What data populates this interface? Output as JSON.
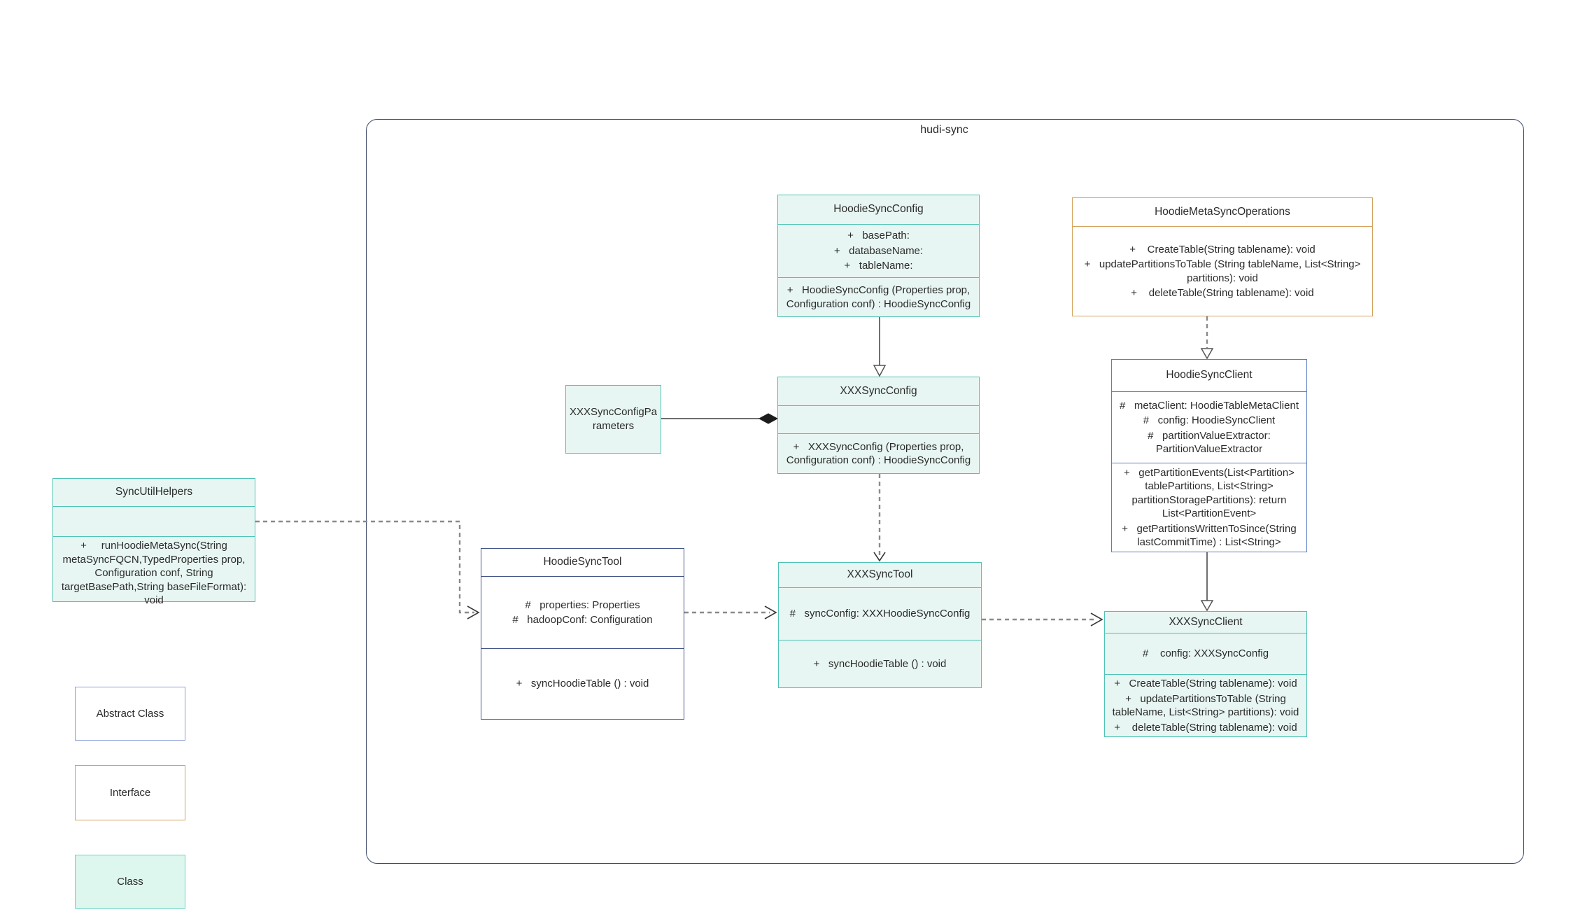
{
  "frame": {
    "label": "hudi-sync"
  },
  "classes": {
    "hoodie_sync_config": {
      "title": "HoodieSyncConfig",
      "attributes": [
        "+   basePath:",
        "+   databaseName:",
        "+   tableName:"
      ],
      "methods": [
        "+   HoodieSyncConfig (Properties prop, Configuration conf) : HoodieSyncConfig"
      ]
    },
    "hoodie_meta_sync_operations": {
      "title": "HoodieMetaSyncOperations",
      "methods": [
        "+    CreateTable(String tablename): void",
        "+   updatePartitionsToTable (String tableName, List<String> partitions): void",
        "+    deleteTable(String tablename): void"
      ]
    },
    "xxx_sync_config_parameters": {
      "title": "XXXSyncConfigParameters"
    },
    "xxx_sync_config": {
      "title": "XXXSyncConfig",
      "methods": [
        "+   XXXSyncConfig (Properties prop, Configuration conf) : HoodieSyncConfig"
      ]
    },
    "sync_util_helpers": {
      "title": "SyncUtilHelpers",
      "methods": [
        "+     runHoodieMetaSync(String metaSyncFQCN,TypedProperties prop, Configuration conf, String targetBasePath,String baseFileFormat): void"
      ]
    },
    "hoodie_sync_tool": {
      "title": "HoodieSyncTool",
      "attributes": [
        "#   properties: Properties",
        "#   hadoopConf: Configuration"
      ],
      "methods": [
        "+   syncHoodieTable () : void"
      ]
    },
    "xxx_sync_tool": {
      "title": "XXXSyncTool",
      "attributes": [
        "#   syncConfig: XXXHoodieSyncConfig"
      ],
      "methods": [
        "+   syncHoodieTable () : void"
      ]
    },
    "hoodie_sync_client": {
      "title": "HoodieSyncClient",
      "attributes": [
        "#   metaClient: HoodieTableMetaClient",
        "#   config: HoodieSyncClient",
        "#   partitionValueExtractor: PartitionValueExtractor"
      ],
      "methods": [
        "+   getPartitionEvents(List<Partition> tablePartitions, List<String> partitionStoragePartitions): return List<PartitionEvent>",
        "+   getPartitionsWrittenToSince(String lastCommitTime) : List<String>"
      ]
    },
    "xxx_sync_client": {
      "title": "XXXSyncClient",
      "attributes": [
        "#    config: XXXSyncConfig"
      ],
      "methods": [
        "+   CreateTable(String tablename): void",
        "+   updatePartitionsToTable (String tableName, List<String> partitions): void",
        "+    deleteTable(String tablename): void"
      ]
    }
  },
  "legend": {
    "abstract_class": "Abstract Class",
    "interface": "Interface",
    "class": "Class"
  },
  "colors": {
    "teal_fill": "#e7f6f2",
    "teal_border": "#4fc3b4",
    "interface_border": "#d3a35c",
    "abstract_border": "#5b7fc0",
    "frame_border": "#3e4a6b"
  }
}
